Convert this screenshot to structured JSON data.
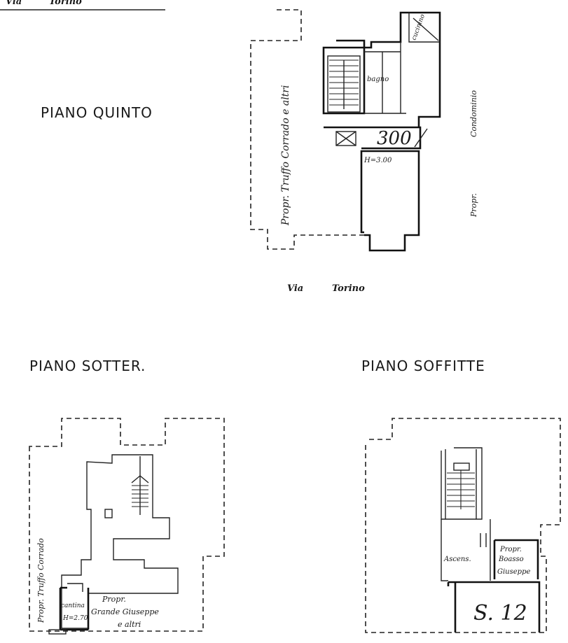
{
  "top_road": {
    "via": "Via",
    "torino": "Torino"
  },
  "fifth_floor": {
    "title": "PIANO QUINTO",
    "room_cucinino": "cucinino",
    "room_bagno": "bagno",
    "unit_number": "300",
    "height_label": "H=3.00",
    "owner_left": "Propr. Truffo Corrado e altri",
    "owner_right_1": "Condominio",
    "owner_right_2": "Propr.",
    "street_via": "Via",
    "street_name": "Torino"
  },
  "basement": {
    "title": "PIANO SOTTER.",
    "owner_left": "Propr. Truffo Corrado",
    "cellar_label": "cantina",
    "height_label": "H=2.70",
    "owner_right_1": "Propr.",
    "owner_right_2": "Grande Giuseppe",
    "owner_right_3": "e altri"
  },
  "attic": {
    "title": "PIANO SOFFITTE",
    "lift_label": "Ascens.",
    "owner_1": "Propr.",
    "owner_2": "Boasso",
    "owner_3": "Giuseppe",
    "unit_label": "S. 12"
  }
}
